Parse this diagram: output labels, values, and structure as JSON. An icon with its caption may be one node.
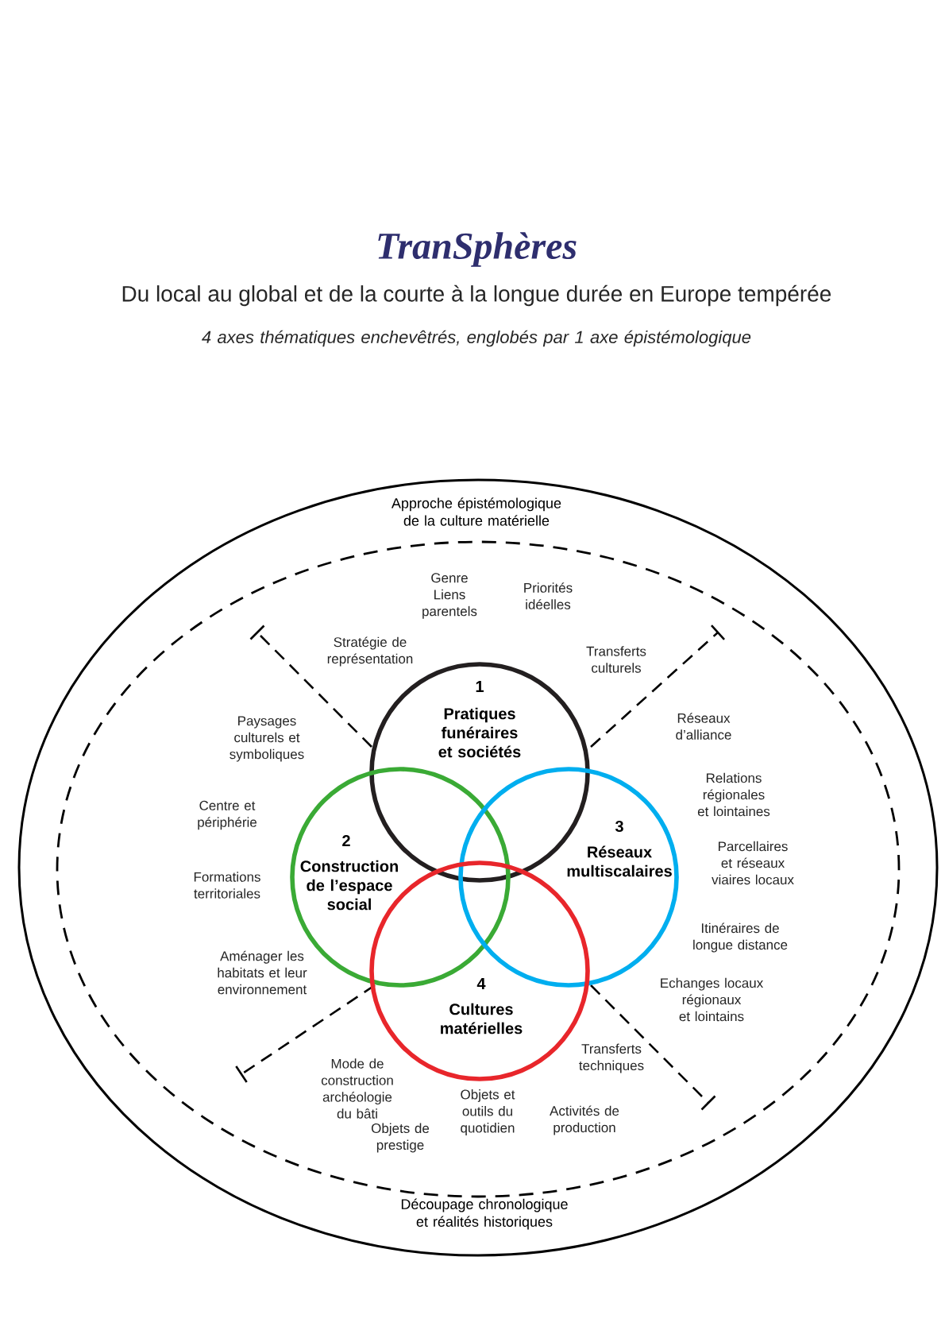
{
  "diagram": {
    "title": "TranSphères",
    "caption": "Du local au global et de la courte à la longue durée en Europe tempérée",
    "nodes": [
      {
        "text": [
          "Approche épistémologique de la culture matérielle",
          "Découpage chronologique et réalités historiques"
        ]
      },
      {
        "text": [],
        "shape": "circle",
        "in": 0
      },
      {
        "text": [
          "1",
          "Pratiques funéraires et sociétés"
        ],
        "in": 1
      },
      {
        "text": [
          "2",
          "Construction de l’espace social"
        ],
        "in": 1
      },
      {
        "text": [
          "3",
          "Réseaux multiscalaires"
        ],
        "in": 1
      },
      {
        "text": [
          "4",
          "Cultures matérielles"
        ],
        "in": 1
      }
    ],
    "labels": [
      "4 axes thématiques enchevêtrés, englobés par 1 axe épistémologique",
      "Genre Liens parentels",
      "Priorités idéelles",
      "Stratégie de représentation",
      "Transferts culturels",
      "Paysages culturels et symboliques",
      "Réseaux d’alliance",
      "Relations régionales et lointaines",
      "Centre et périphérie",
      "Parcellaires et réseaux viaires locaux",
      "Formations territoriales",
      "Itinéraires de longue distance",
      "Aménager les habitats et leur environnement",
      "Echanges locaux régionaux et lointains",
      "Mode de construction archéologie du bâti",
      "Transferts techniques",
      "Objets et outils du quotidien",
      "Activités de production",
      "Objets de prestige"
    ]
  }
}
